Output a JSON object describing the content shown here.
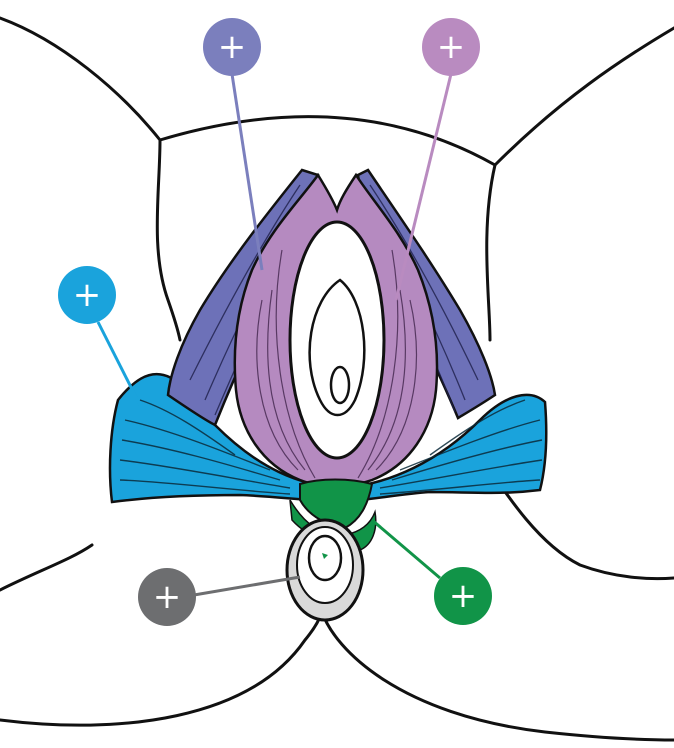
{
  "hotspots": [
    {
      "id": "ischiocavernosus",
      "glyph": "+",
      "color": "#7b7fbd"
    },
    {
      "id": "bulbospongiosus",
      "glyph": "+",
      "color": "#b98bc0"
    },
    {
      "id": "superficial-transverse-perineal",
      "glyph": "+",
      "color": "#1aa3dc"
    },
    {
      "id": "perineal-body",
      "glyph": "+",
      "color": "#119448"
    },
    {
      "id": "external-anal-sphincter",
      "glyph": "+",
      "color": "#6d6e70"
    }
  ],
  "colors": {
    "outline": "#111111",
    "ischiocavernosus": "#6d71b8",
    "bulbospongiosus": "#b58ac0",
    "transverse": "#1aa3dc",
    "perineal_body": "#119448",
    "sphincter": "#d9d9d9",
    "leader_ischio": "#7b7fbd",
    "leader_bulbo": "#b98bc0",
    "leader_trans": "#1aa3dc",
    "leader_perineal": "#119448",
    "leader_anal": "#6d6e70"
  }
}
